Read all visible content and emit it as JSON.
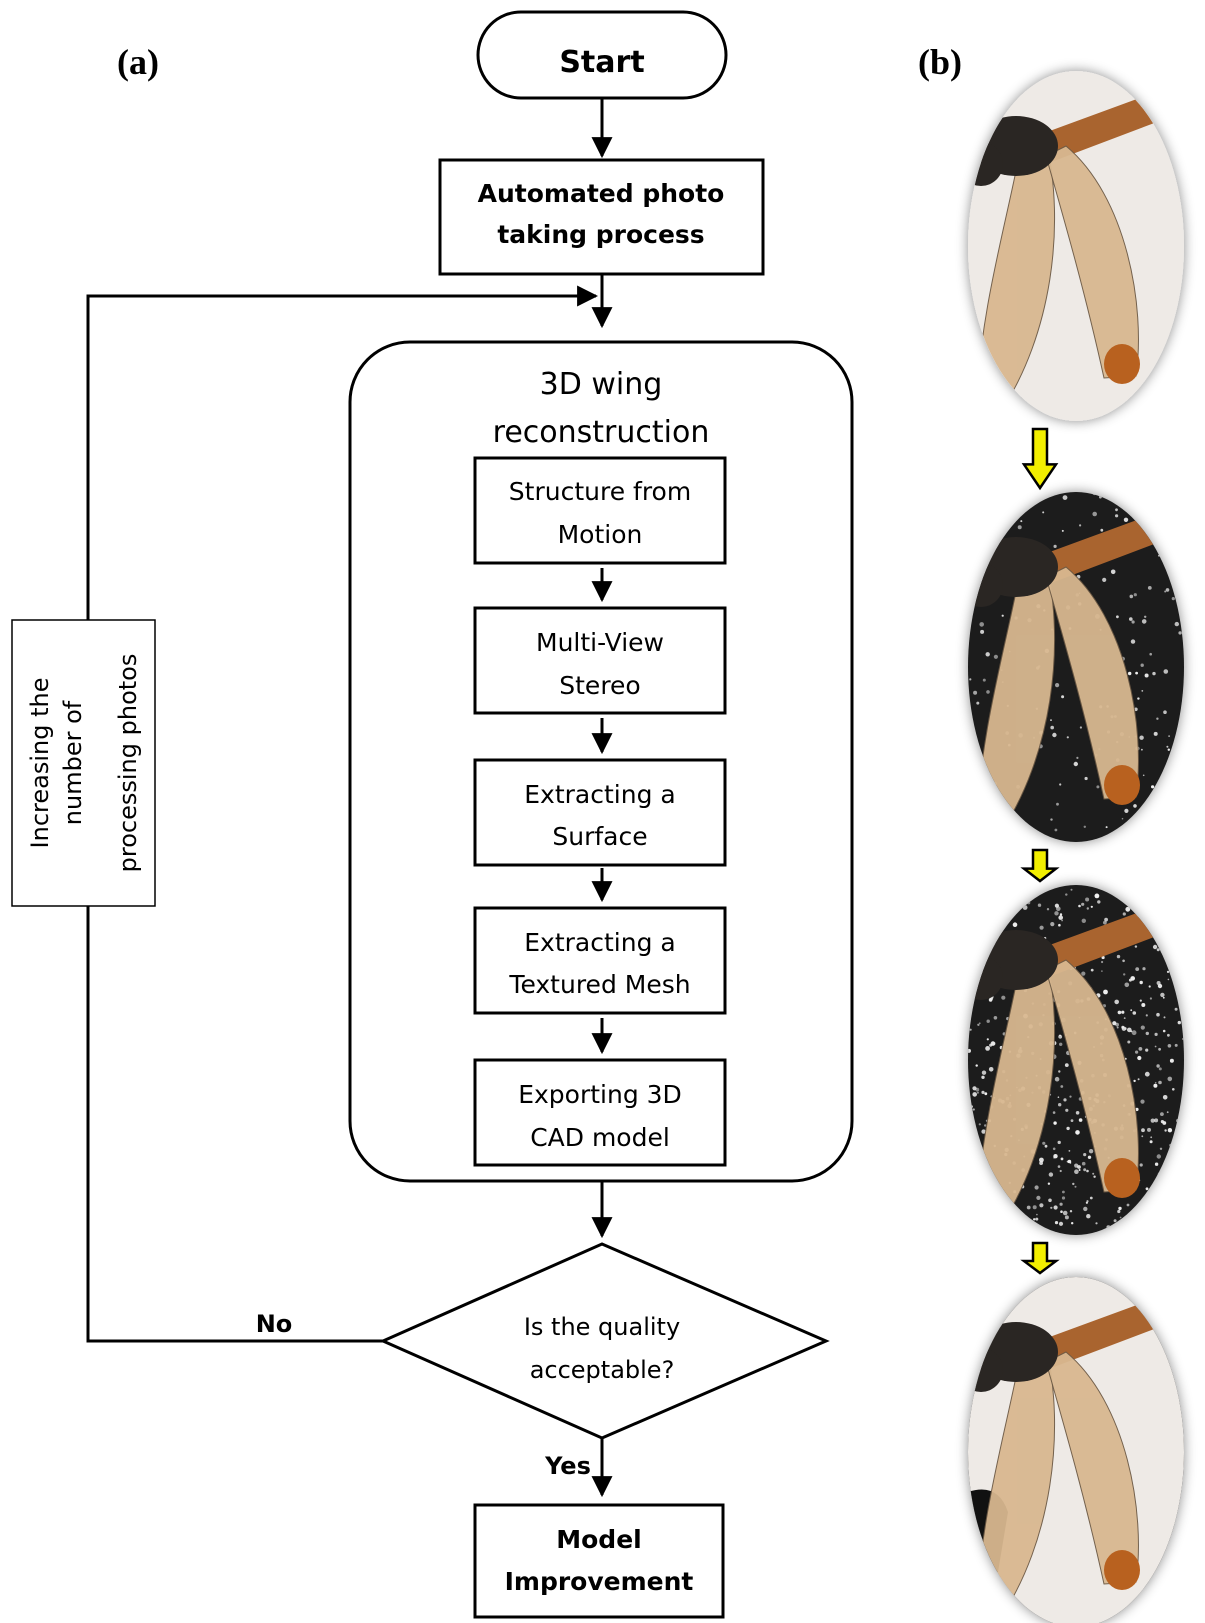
{
  "panel_labels": {
    "a": "(a)",
    "b": "(b)"
  },
  "flowchart": {
    "start": "Start",
    "photo_process": [
      "Automated photo",
      "taking process"
    ],
    "reconstruction_title": [
      "3D wing",
      "reconstruction"
    ],
    "steps": [
      [
        "Structure from",
        "Motion"
      ],
      [
        "Multi-View",
        "Stereo"
      ],
      [
        "Extracting a",
        "Surface"
      ],
      [
        "Extracting a",
        "Textured Mesh"
      ],
      [
        "Exporting 3D",
        "CAD model"
      ]
    ],
    "decision": [
      "Is the quality",
      "acceptable?"
    ],
    "no_label": "No",
    "yes_label": "Yes",
    "loop_label": [
      "Increasing the",
      "number of",
      "processing photos"
    ],
    "end": [
      "Model",
      "Improvement"
    ]
  },
  "photo_sequence": {
    "count": 4,
    "stages": [
      "photo",
      "sparse-point-cloud",
      "dense-point-cloud",
      "textured-mesh"
    ],
    "arrow_color": "#f2ee00",
    "background_color": "#eeeae6",
    "wing_color": "#d8b890",
    "wing_tip_color": "#b8611f",
    "body_color": "#2a2623",
    "abdomen_color": "#a9642f"
  },
  "colors": {
    "line": "#000000",
    "box_fill": "#ffffff"
  }
}
